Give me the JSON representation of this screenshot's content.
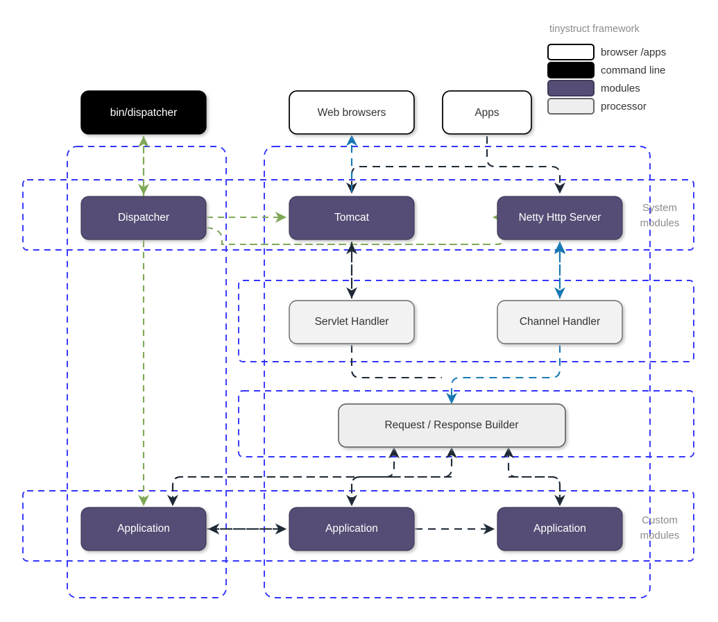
{
  "legend": {
    "title": "tinystruct framework",
    "items": [
      {
        "label": "browser /apps",
        "fill": "#ffffff",
        "stroke": "#000000",
        "icon": "swatch-white"
      },
      {
        "label": "command line",
        "fill": "#000000",
        "stroke": "#000000",
        "icon": "swatch-black"
      },
      {
        "label": "modules",
        "fill": "#554d75",
        "stroke": "#3f3959",
        "icon": "swatch-purple"
      },
      {
        "label": "processor",
        "fill": "#eeeeee",
        "stroke": "#666666",
        "icon": "swatch-gray"
      }
    ]
  },
  "groups": [
    {
      "name": "system-modules",
      "label": "System modules"
    },
    {
      "name": "custom-modules",
      "label": "Custom modules"
    }
  ],
  "nodes": {
    "bin_dispatcher": "bin/dispatcher",
    "web_browsers": "Web browsers",
    "apps": "Apps",
    "dispatcher": "Dispatcher",
    "tomcat": "Tomcat",
    "netty": "Netty Http Server",
    "servlet_handler": "Servlet Handler",
    "channel_handler": "Channel Handler",
    "request_response_builder": "Request / Response Builder",
    "application_left": "Application",
    "application_center": "Application",
    "application_right": "Application"
  },
  "colors": {
    "module_fill": "#554d75",
    "module_stroke": "#3f3959",
    "processor_fill": "#eeeeee",
    "processor_stroke": "#666666",
    "browser_fill": "#ffffff",
    "browser_stroke": "#000000",
    "cli_fill": "#000000",
    "cli_stroke": "#000000",
    "container_dash": "#3333ff",
    "arrow_dark": "#1f2a36",
    "arrow_green": "#7fa856",
    "arrow_blue": "#1878b4",
    "group_label": "#8c8c8c"
  }
}
